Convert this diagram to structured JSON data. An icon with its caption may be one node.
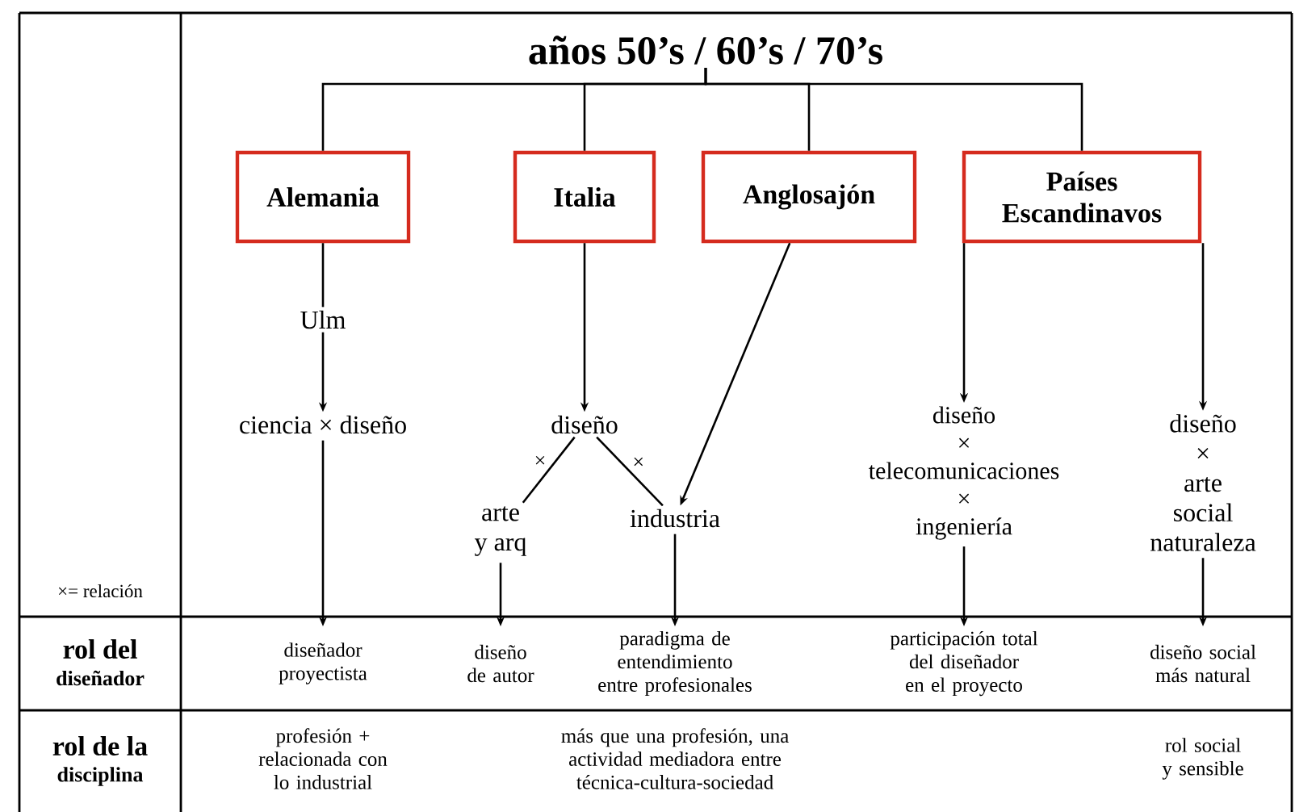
{
  "diagram": {
    "nodes": [
      {
        "text": [
          "años 50’s  /  60’s  /  70’s"
        ]
      },
      {
        "text": [
          "Alemania"
        ]
      },
      {
        "text": [
          "Italia"
        ]
      },
      {
        "text": [
          "Anglosajón"
        ]
      },
      {
        "text": [
          "Países Escandinavos"
        ]
      },
      {
        "text": [
          "Ulm"
        ]
      },
      {
        "text": [
          "ciencia × diseño"
        ]
      },
      {
        "text": [
          "diseño"
        ]
      },
      {
        "text": [
          "arte",
          "y arq"
        ]
      },
      {
        "text": [
          "industria"
        ]
      },
      {
        "text": [
          "diseño",
          "×",
          "telecomunicaciones",
          "×",
          "ingeniería"
        ]
      },
      {
        "text": [
          "diseño",
          "×",
          "arte",
          "social",
          "naturaleza"
        ]
      },
      {
        "text": [
          "diseñador proyectista"
        ]
      },
      {
        "text": [
          "diseño de autor"
        ]
      },
      {
        "text": [
          "paradigma de entendimiento entre profesionales"
        ]
      },
      {
        "text": [
          "participación total del diseñador en el proyecto"
        ]
      },
      {
        "text": [
          "diseño social más natural"
        ]
      }
    ],
    "edges": [
      {
        "from": 0,
        "to": 1,
        "arrow": "none"
      },
      {
        "from": 0,
        "to": 2,
        "arrow": "none"
      },
      {
        "from": 0,
        "to": 3,
        "arrow": "none"
      },
      {
        "from": 0,
        "to": 4,
        "arrow": "none"
      },
      {
        "from": 1,
        "to": 5,
        "arrow": "none"
      },
      {
        "from": 5,
        "to": 6,
        "arrow": "to"
      },
      {
        "from": 2,
        "to": 7,
        "arrow": "to"
      },
      {
        "from": 7,
        "to": 8,
        "arrow": "none",
        "label": "×"
      },
      {
        "from": 7,
        "to": 9,
        "arrow": "none",
        "label": "×"
      },
      {
        "from": 3,
        "to": 9,
        "arrow": "to"
      },
      {
        "from": 4,
        "to": 10,
        "arrow": "to"
      },
      {
        "from": 4,
        "to": 11,
        "arrow": "to"
      },
      {
        "from": 6,
        "to": 12,
        "arrow": "to"
      },
      {
        "from": 8,
        "to": 13,
        "arrow": "to"
      },
      {
        "from": 9,
        "to": 14,
        "arrow": "to"
      },
      {
        "from": 10,
        "to": 15,
        "arrow": "to"
      },
      {
        "from": 11,
        "to": 16,
        "arrow": "to"
      }
    ],
    "labels": [
      "×= relación",
      "rol del",
      "diseñador",
      "rol de la",
      "disciplina",
      "profesión + relacionada con lo industrial",
      "más que una profesión, una actividad mediadora entre técnica-cultura-sociedad",
      "rol social y sensible"
    ]
  }
}
